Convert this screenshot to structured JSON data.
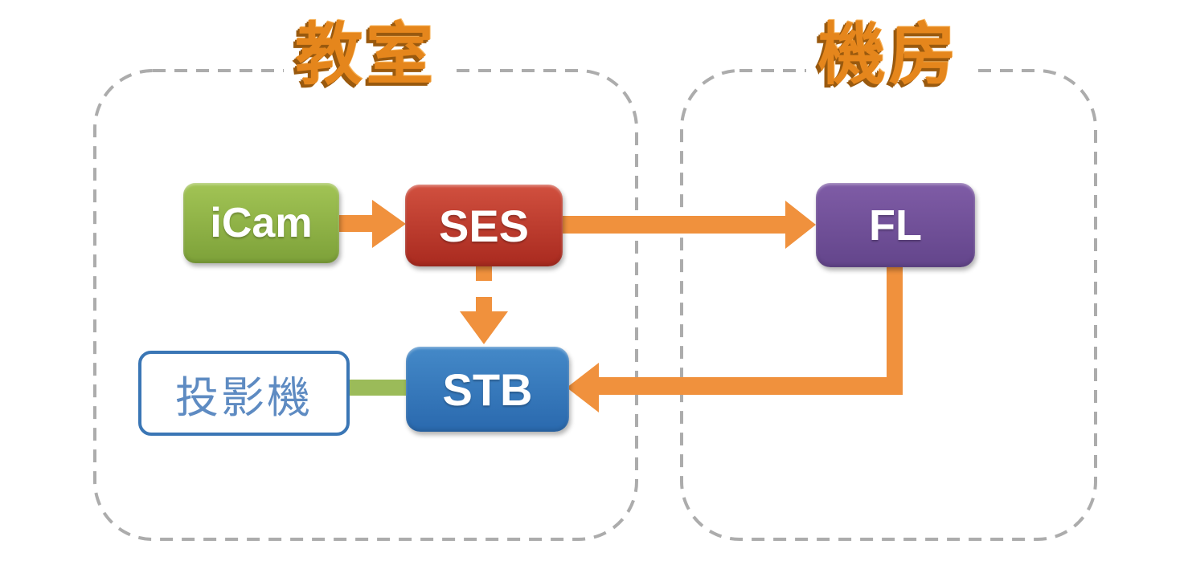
{
  "diagram": {
    "groups": [
      {
        "id": "classroom",
        "label": "教室"
      },
      {
        "id": "server-room",
        "label": "機房"
      }
    ],
    "nodes": [
      {
        "id": "icam",
        "label": "iCam",
        "color": "#8FB546"
      },
      {
        "id": "ses",
        "label": "SES",
        "color": "#C23E2F"
      },
      {
        "id": "fl",
        "label": "FL",
        "color": "#71509A"
      },
      {
        "id": "stb",
        "label": "STB",
        "color": "#3578BC"
      },
      {
        "id": "projector",
        "label": "投影機",
        "color": "#FFFFFF"
      }
    ],
    "edges": [
      {
        "from": "iCam",
        "to": "SES",
        "type": "arrow",
        "color": "#F0913D"
      },
      {
        "from": "SES",
        "to": "FL",
        "type": "arrow",
        "color": "#F0913D"
      },
      {
        "from": "SES",
        "to": "STB",
        "type": "dashed-arrow",
        "color": "#F0913D"
      },
      {
        "from": "FL",
        "to": "STB",
        "type": "elbow-arrow",
        "color": "#F0913D"
      },
      {
        "from": "STB",
        "to": "投影機",
        "type": "line",
        "color": "#9BBB59"
      }
    ]
  },
  "colors": {
    "arrow-orange": "#F0913D",
    "connector-green": "#9BBB59",
    "dash-gray": "#ACACAC",
    "title-orange": "#E5861C",
    "title-orange-dark": "#99590E",
    "title-orange-light": "#F6B054",
    "icam-light": "#A2C455",
    "icam-dark": "#7DA139",
    "ses-light": "#D1503F",
    "ses-dark": "#A92A1F",
    "stb-light": "#4489C8",
    "stb-dark": "#2A69AE",
    "fl-light": "#7F5CA6",
    "fl-dark": "#63458B",
    "projector-border": "#3A76B5",
    "projector-text": "#5E8BC2",
    "node-text": "#FFFFFF"
  }
}
